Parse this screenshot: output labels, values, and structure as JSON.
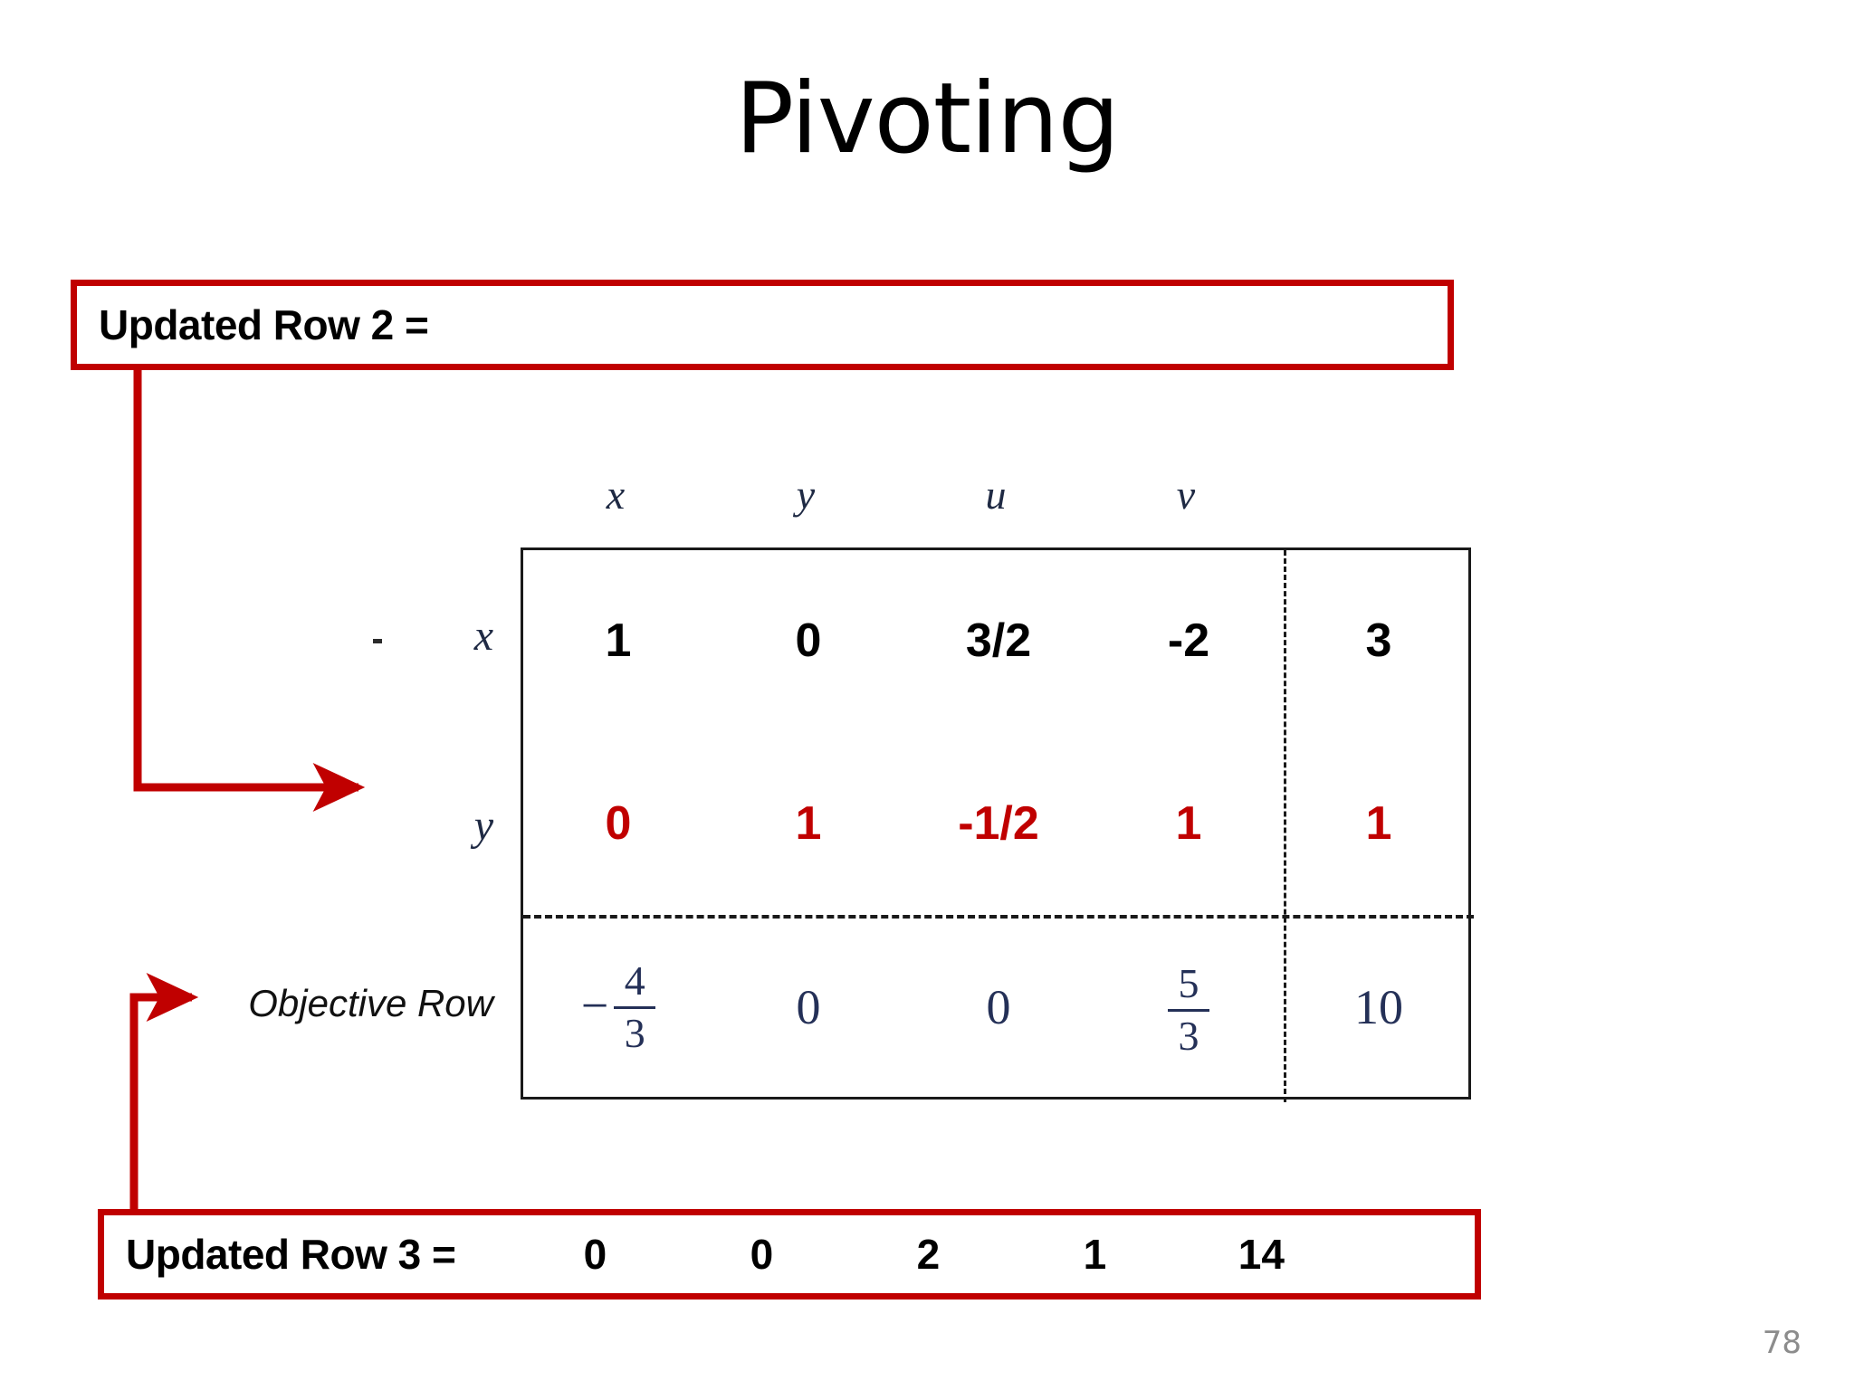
{
  "slide": {
    "title": "Pivoting",
    "page_number": "78",
    "accent_color": "#c00000",
    "ink_color": "#243057"
  },
  "callouts": {
    "updated_row_2": {
      "label": "Updated Row 2 =",
      "values": []
    },
    "updated_row_3": {
      "label": "Updated Row 3 =",
      "values": [
        "0",
        "0",
        "2",
        "1",
        "14"
      ]
    }
  },
  "tableau": {
    "column_headers": [
      "x",
      "y",
      "u",
      "v"
    ],
    "rhs_header": "",
    "rows": [
      {
        "label": "x",
        "color": "black",
        "cells": [
          "1",
          "0",
          "3/2",
          "-2"
        ],
        "rhs": "3"
      },
      {
        "label": "y",
        "color": "red",
        "cells": [
          "0",
          "1",
          "-1/2",
          "1"
        ],
        "rhs": "1"
      },
      {
        "label": "Objective Row",
        "color": "ink",
        "cells": [
          "-4/3",
          "0",
          "0",
          "5/3"
        ],
        "rhs": "10",
        "fractions": {
          "c0": {
            "sign": "−",
            "num": "4",
            "den": "3"
          },
          "c3": {
            "sign": "",
            "num": "5",
            "den": "3"
          }
        }
      }
    ]
  },
  "annotations": {
    "arrow_to_row_2": "arrow-from-updated-row-2-to-y-row",
    "arrow_to_objective": "arrow-from-updated-row-3-to-objective-row"
  }
}
